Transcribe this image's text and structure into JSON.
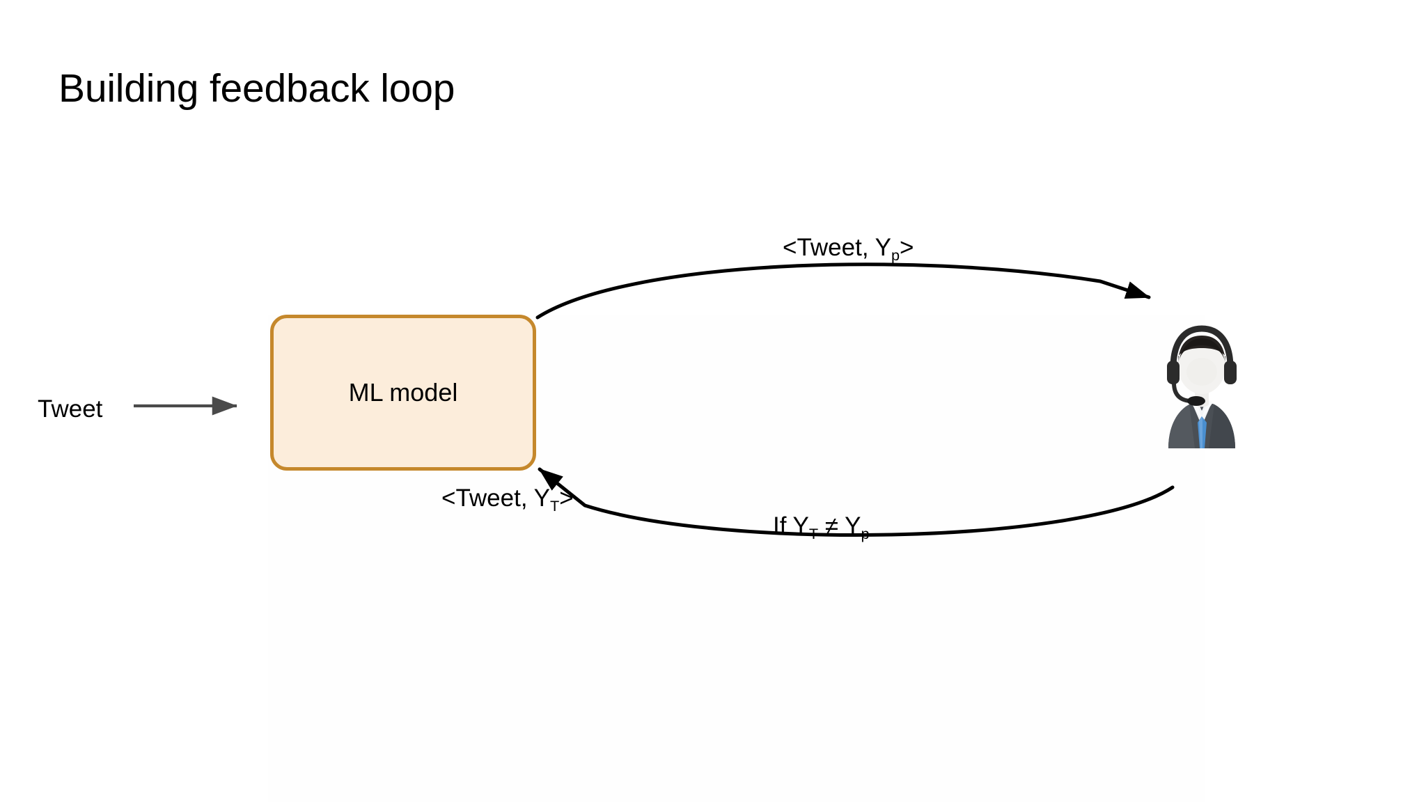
{
  "slide": {
    "title": "Building feedback loop",
    "background_color": "#ffffff"
  },
  "diagram": {
    "type": "flow-cycle",
    "nodes": [
      {
        "id": "ml-model",
        "label": "ML model",
        "shape": "rounded-rectangle",
        "fill_color": "#fceddb",
        "border_color": "#c5882c",
        "text_color": "#000000"
      },
      {
        "id": "human-annotator",
        "label": "",
        "shape": "image-icon",
        "icon": "support-agent-headset-icon",
        "icon_colors": {
          "suit": "#4a4f55",
          "tie": "#4a8fd0",
          "shirt": "#f2f4f6",
          "headset": "#2b2b2b",
          "hair": "#262220"
        }
      }
    ],
    "edges": [
      {
        "id": "input-edge",
        "label": "Tweet",
        "from": "",
        "to": "ml-model",
        "style": "straight",
        "color": "#4a4a4a",
        "arrowhead": "end"
      },
      {
        "id": "prediction-edge",
        "label": "<Tweet, Y>",
        "label_base": "<Tweet, Y",
        "label_sub": "p",
        "label_tail": ">",
        "from": "ml-model",
        "to": "human-annotator",
        "style": "curved-arc-top",
        "color": "#000000",
        "arrowhead": "end"
      },
      {
        "id": "correction-edge",
        "label_base": "<Tweet, Y",
        "label_sub": "T",
        "label_tail": ">",
        "from": "human-annotator",
        "to": "ml-model",
        "style": "curved-arc-bottom",
        "color": "#000000",
        "arrowhead": "end"
      }
    ],
    "condition": {
      "prefix": "If  Y",
      "sub_left": "T",
      "operator": " ≠ Y",
      "sub_right": "p"
    }
  },
  "labels": {
    "tweet_input": "Tweet",
    "ml_model": "ML model",
    "top_edge_base": "<Tweet, Y",
    "top_edge_sub": "p",
    "top_edge_tail": ">",
    "bottom_edge_base": "<Tweet, Y",
    "bottom_edge_sub": "T",
    "bottom_edge_tail": ">",
    "condition_prefix": "If  Y",
    "condition_sub_left": "T",
    "condition_operator": " ≠ Y",
    "condition_sub_right": "p"
  }
}
